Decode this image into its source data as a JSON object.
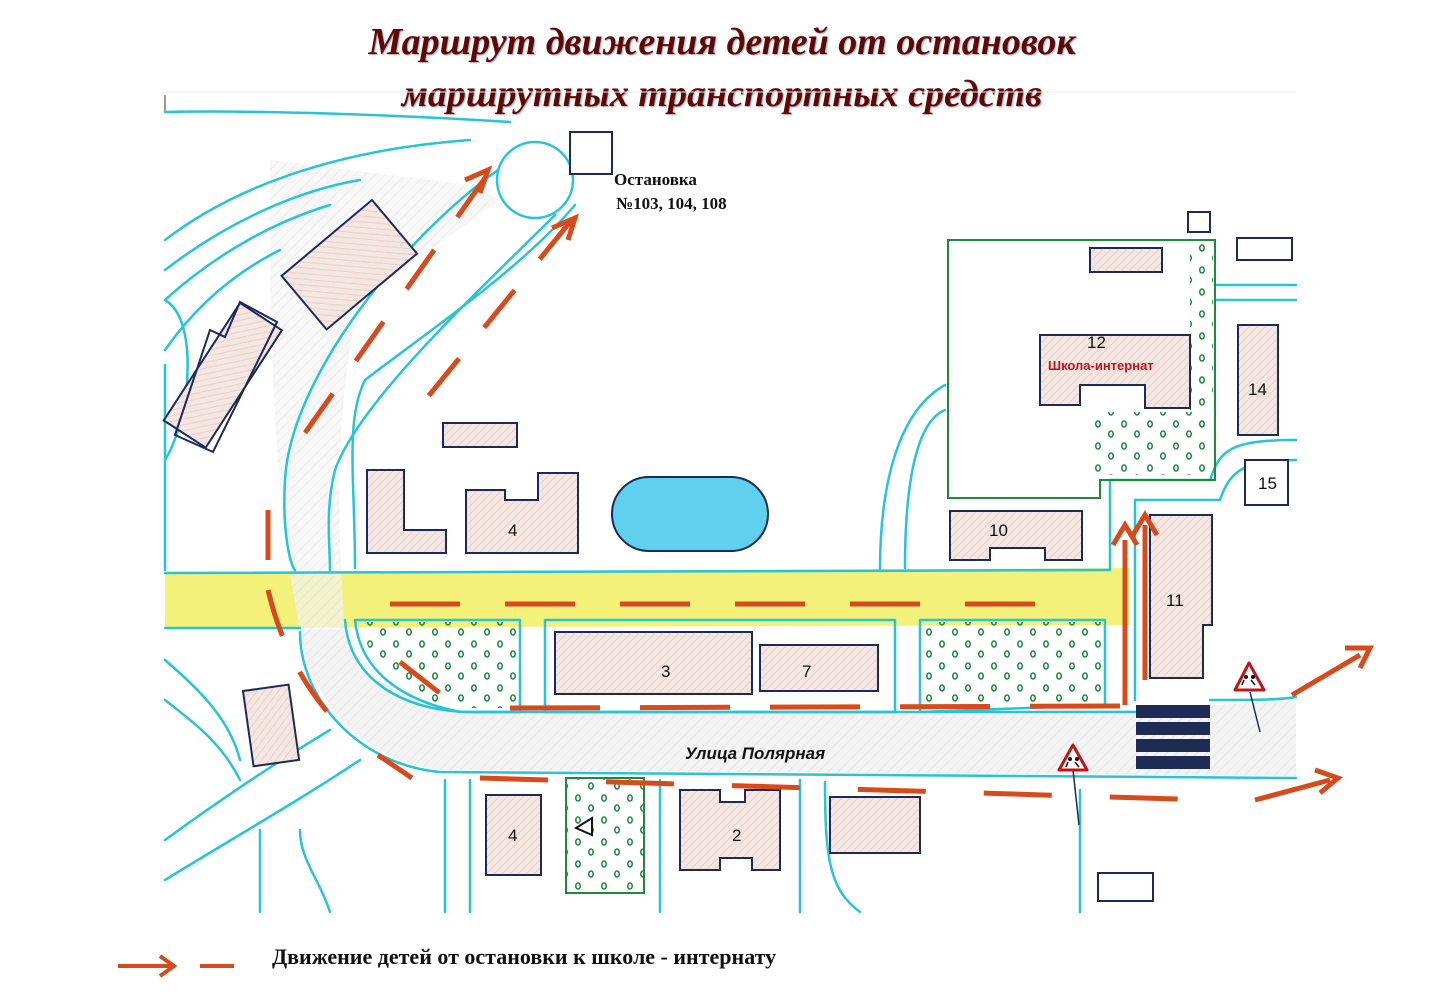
{
  "title": {
    "line1": "Маршрут движения детей от остановок",
    "line2": "маршрутных транспортных средств"
  },
  "bus_stop": {
    "line1": "Остановка",
    "line2": "№103, 104, 108"
  },
  "school": {
    "number": "12",
    "name": "Школа-интернат"
  },
  "street": "Улица Полярная",
  "building_numbers": {
    "b4_top": "4",
    "b10": "10",
    "b11": "11",
    "b14": "14",
    "b15": "15",
    "b3": "3",
    "b7": "7",
    "b4_bottom": "4",
    "b2": "2"
  },
  "legend": {
    "text": "Движение детей от остановки к школе - интернату"
  },
  "colors": {
    "road_outline": "#27c4d4",
    "route": "#d84a1c",
    "title": "#5a0a0a",
    "school_label": "#c0141b",
    "highway": "#f2ef6a",
    "lake": "#5fd0ee",
    "building_fill": "#f3e6e1",
    "building_outline": "#1b2a5a",
    "school_fence": "#1f8a3a",
    "crosswalk": "#1d2b55"
  },
  "icons": [
    "children-crossing-sign-icon",
    "route-arrow-icon",
    "crosswalk-icon",
    "playground-icon"
  ]
}
